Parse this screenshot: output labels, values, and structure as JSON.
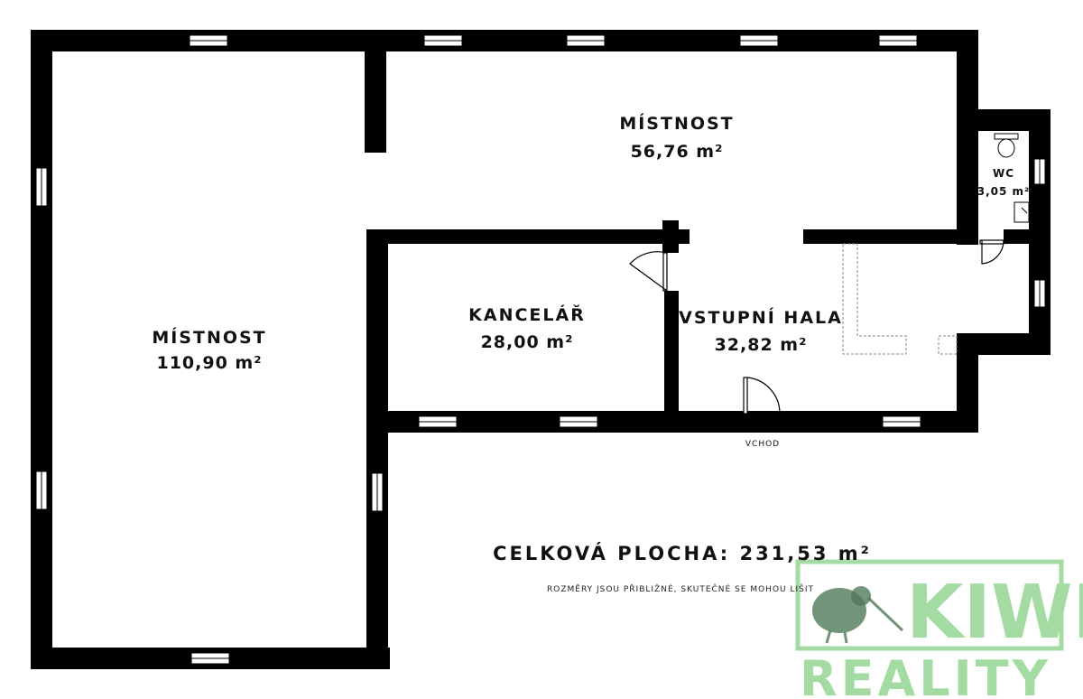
{
  "colors": {
    "wall": "#000000",
    "window_glass": "#ffffff",
    "logo_green": "#9ad89a",
    "logo_dark": "#3d6b46"
  },
  "rooms": [
    {
      "id": "mistnost-large",
      "label": "MÍSTNOST",
      "area": "110,90 m²"
    },
    {
      "id": "mistnost-upper",
      "label": "MÍSTNOST",
      "area": "56,76 m²"
    },
    {
      "id": "kancelar",
      "label": "KANCELÁŘ",
      "area": "28,00 m²"
    },
    {
      "id": "vstupni-hala",
      "label": "VSTUPNÍ HALA",
      "area": "32,82 m²"
    },
    {
      "id": "wc",
      "label": "WC",
      "area": "3,05 m²"
    }
  ],
  "entrance_label": "VCHOD",
  "total_area": "CELKOVÁ PLOCHA: 231,53 m²",
  "disclaimer": "ROZMĚRY JSOU PŘIBLIŽNÉ, SKUTEČNÉ SE MOHOU LIŠIT",
  "logo": {
    "top": "KIWI",
    "bottom": "REALITY"
  }
}
